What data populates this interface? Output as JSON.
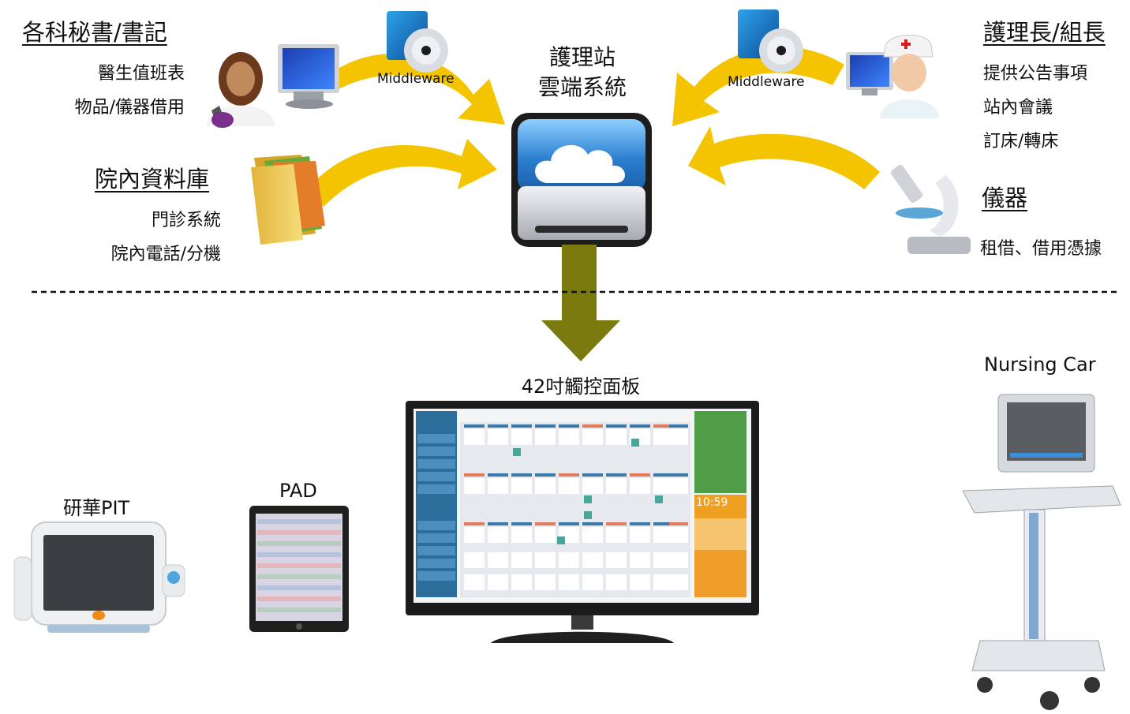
{
  "left_groups": [
    {
      "heading": "各科秘書/書記",
      "items": [
        "醫生值班表",
        "物品/儀器借用"
      ]
    },
    {
      "heading": "院內資料庫",
      "items": [
        "門診系統",
        "院內電話/分機"
      ]
    }
  ],
  "right_groups": [
    {
      "heading": "護理長/組長",
      "items": [
        "提供公告事項",
        "站內會議",
        "訂床/轉床"
      ]
    },
    {
      "heading": "儀器",
      "items": [
        "租借、借用憑據"
      ]
    }
  ],
  "middleware_left": "Middleware",
  "middleware_right": "Middleware",
  "cloud_title": [
    "護理站",
    "雲端系統"
  ],
  "devices": {
    "panel": "42吋觸控面板",
    "pit": "研華PIT",
    "pad": "PAD",
    "car": "Nursing Car"
  },
  "colors": {
    "arrow_yellow": "#f5c400",
    "arrow_olive": "#7b7a0e",
    "cloud_blue": "#3a8fd6"
  },
  "panel_screen": {
    "clock": "10:59"
  }
}
